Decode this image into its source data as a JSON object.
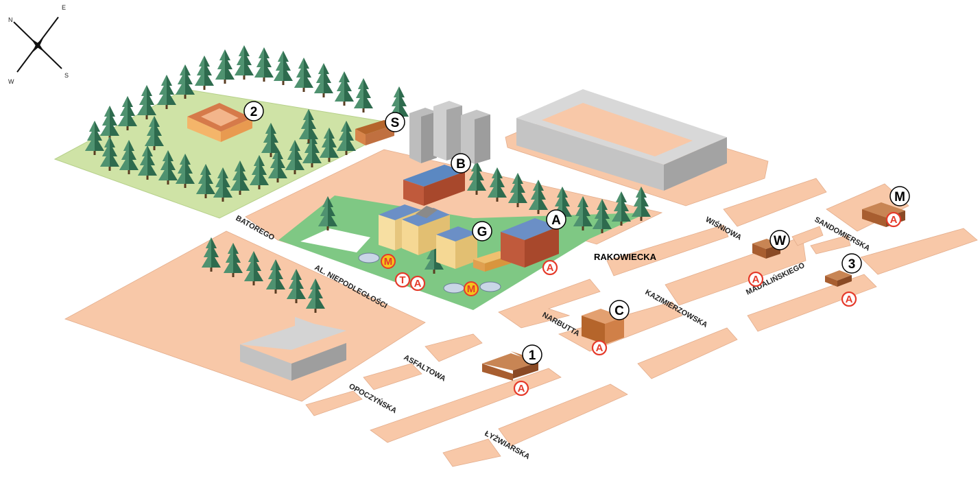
{
  "compass": {
    "n": "N",
    "e": "E",
    "s": "S",
    "w": "W"
  },
  "streets": {
    "batorego": "BATOREGO",
    "niepodleglosci": "AL. NIEPODLEGŁOŚCI",
    "rakowiecka": "RAKOWIECKA",
    "wisniowa": "WIŚNIOWA",
    "sandomierska": "SANDOMIERSKA",
    "narbutta": "NARBUTTA",
    "kazimierzowska": "KAZIMIERZOWSKA",
    "madalinskiego": "MADALIŃSKIEGO",
    "asfaltowa": "ASFALTOWA",
    "opoczynska": "OPOCZYŃSKA",
    "lyzwiarska": "ŁYŻWIARSKA"
  },
  "buildings": {
    "g": "G",
    "a": "A",
    "b": "B",
    "c": "C",
    "s": "S",
    "w": "W",
    "m": "M",
    "one": "1",
    "two": "2",
    "three": "3"
  },
  "symbols": {
    "metro": "M",
    "bus": "A",
    "tram": "T"
  },
  "colors": {
    "block": "#f8c8a8",
    "park": "#cfe3a6",
    "campus": "#7fc884",
    "tree": "#2e6b4e",
    "metro_ring": "#e53a2a",
    "metro_fill": "#f5c21b",
    "bus": "#e53a2a"
  }
}
